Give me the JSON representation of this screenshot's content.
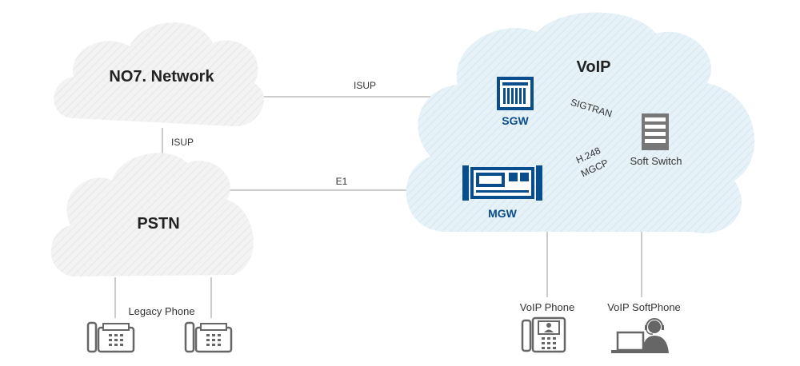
{
  "clouds": {
    "no7": "NO7. Network",
    "pstn": "PSTN",
    "voip": "VoIP"
  },
  "links": {
    "no7_sgw": "ISUP",
    "no7_pstn": "ISUP",
    "pstn_mgw": "E1",
    "sgw_softswitch": "SIGTRAN",
    "mgw_softswitch_a": "H.248",
    "mgw_softswitch_b": "MGCP"
  },
  "devices": {
    "sgw": "SGW",
    "mgw": "MGW",
    "softswitch": "Soft Switch"
  },
  "endpoints": {
    "legacy_phone": "Legacy Phone",
    "voip_phone": "VoIP Phone",
    "voip_softphone": "VoIP SoftPhone"
  },
  "colors": {
    "device_blue": "#0a4d8c",
    "gray_cloud": "#f2f2f2",
    "voip_cloud": "#e3f1f6",
    "line": "#9a9a9a",
    "icon_gray": "#666666"
  }
}
